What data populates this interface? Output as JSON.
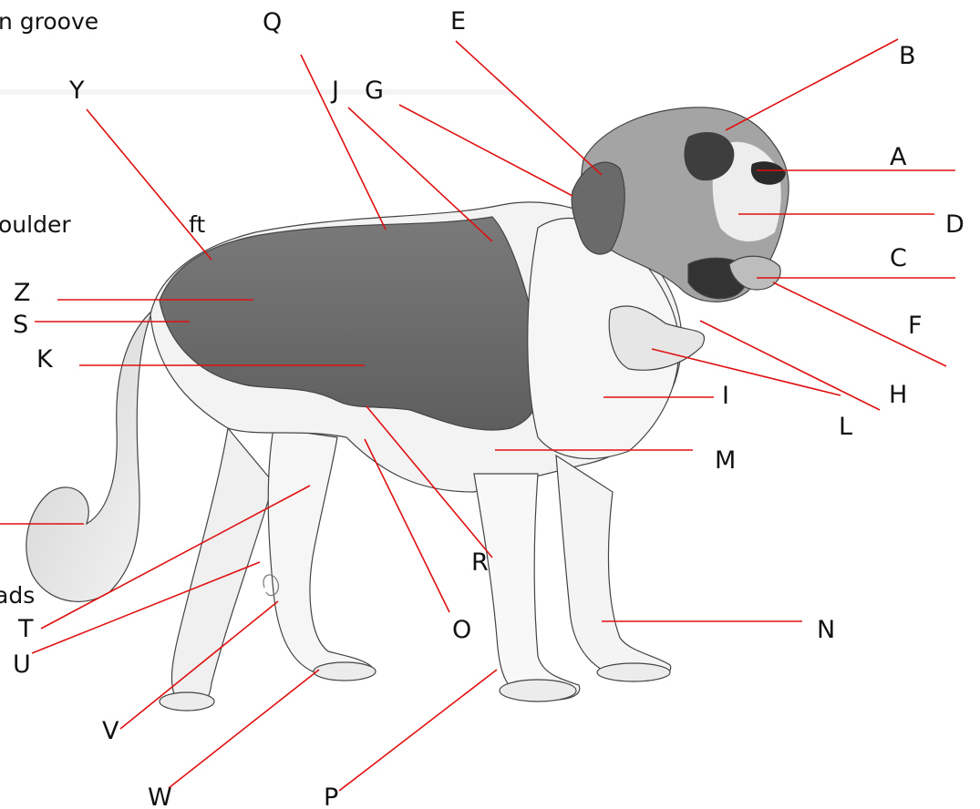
{
  "diagram": {
    "leader_color": "#e01010",
    "dog_palette": {
      "dark_coat": "#6f6f6f",
      "mid_coat": "#9a9a9a",
      "light_coat": "#f2f2f2",
      "outline": "#444444"
    },
    "cropped_text": {
      "groove": "n groove",
      "shoulder": "oulder",
      "ft": "ft",
      "pads": "ads"
    },
    "labels": {
      "A": "A",
      "B": "B",
      "C": "C",
      "D": "D",
      "E": "E",
      "F": "F",
      "G": "G",
      "H": "H",
      "I": "I",
      "J": "J",
      "K": "K",
      "L": "L",
      "M": "M",
      "N": "N",
      "O": "O",
      "P": "P",
      "Q": "Q",
      "R": "R",
      "S": "S",
      "T": "T",
      "U": "U",
      "V": "V",
      "W": "W",
      "Y": "Y",
      "Z": "Z"
    }
  }
}
